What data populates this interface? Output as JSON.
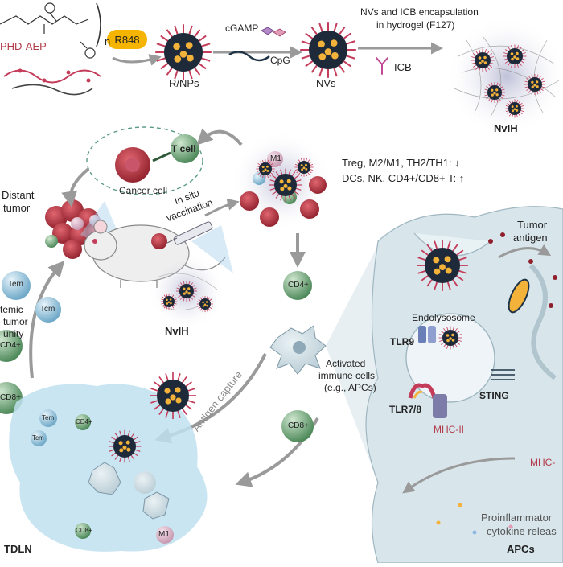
{
  "texts": {
    "polymer": "PHD-AEP",
    "n_sub": "n",
    "r848": "R848",
    "rnps": "R/NPs",
    "cgamp": "cGAMP",
    "cpg": "CpG",
    "nvs": "NVs",
    "encap_line1": "NVs and ICB encapsulation",
    "encap_line2": "in hydrogel (F127)",
    "icb": "ICB",
    "nvih_top": "NvIH",
    "tcell": "T cell",
    "cancer_cell": "Cancer cell",
    "distant_line1": "Distant",
    "distant_line2": "tumor",
    "insitu_line1": "In situ",
    "insitu_line2": "vaccination",
    "immune_line1": "Treg, M2/M1, TH2/TH1: ↓",
    "immune_line2": "DCs, NK, CD4+/CD8+ T: ↑",
    "tumor_antigen_1": "Tumor",
    "tumor_antigen_2": "antigen",
    "systemic_1": "temic",
    "systemic_2": "tumor",
    "systemic_3": "unity",
    "tem": "Tem",
    "tcm": "Tcm",
    "cd4": "CD4+",
    "cd8": "CD8+",
    "m1": "M1",
    "nvih_mid": "NvIH",
    "activated_1": "Activated",
    "activated_2": "immune cells",
    "activated_3": "(e.g., APCs)",
    "endolysosome": "Endolysosome",
    "tlr9": "TLR9",
    "tlr78": "TLR7/8",
    "sting": "STING",
    "mhc2": "MHC-II",
    "mhc1": "MHC-",
    "antigen_capture": "Antigen capture",
    "tdln": "TDLN",
    "cytokine_1": "Proinflammator",
    "cytokine_2": "cytokine releas",
    "apcs": "APCs"
  },
  "colors": {
    "nano_core": "#1e2a3a",
    "nano_dot": "#f3b23a",
    "nano_spike": "#c43c5a",
    "pill": "#f5b400",
    "lymph": "#bfe0f0",
    "apc_body": "#d8e6ec",
    "tcell_green": "#5e9a6a",
    "tcell_blue": "#7fb8d6",
    "tumor_red": "#b8323f",
    "arrow_gray": "#9a9a9a",
    "polymer_red": "#c43c5a"
  }
}
